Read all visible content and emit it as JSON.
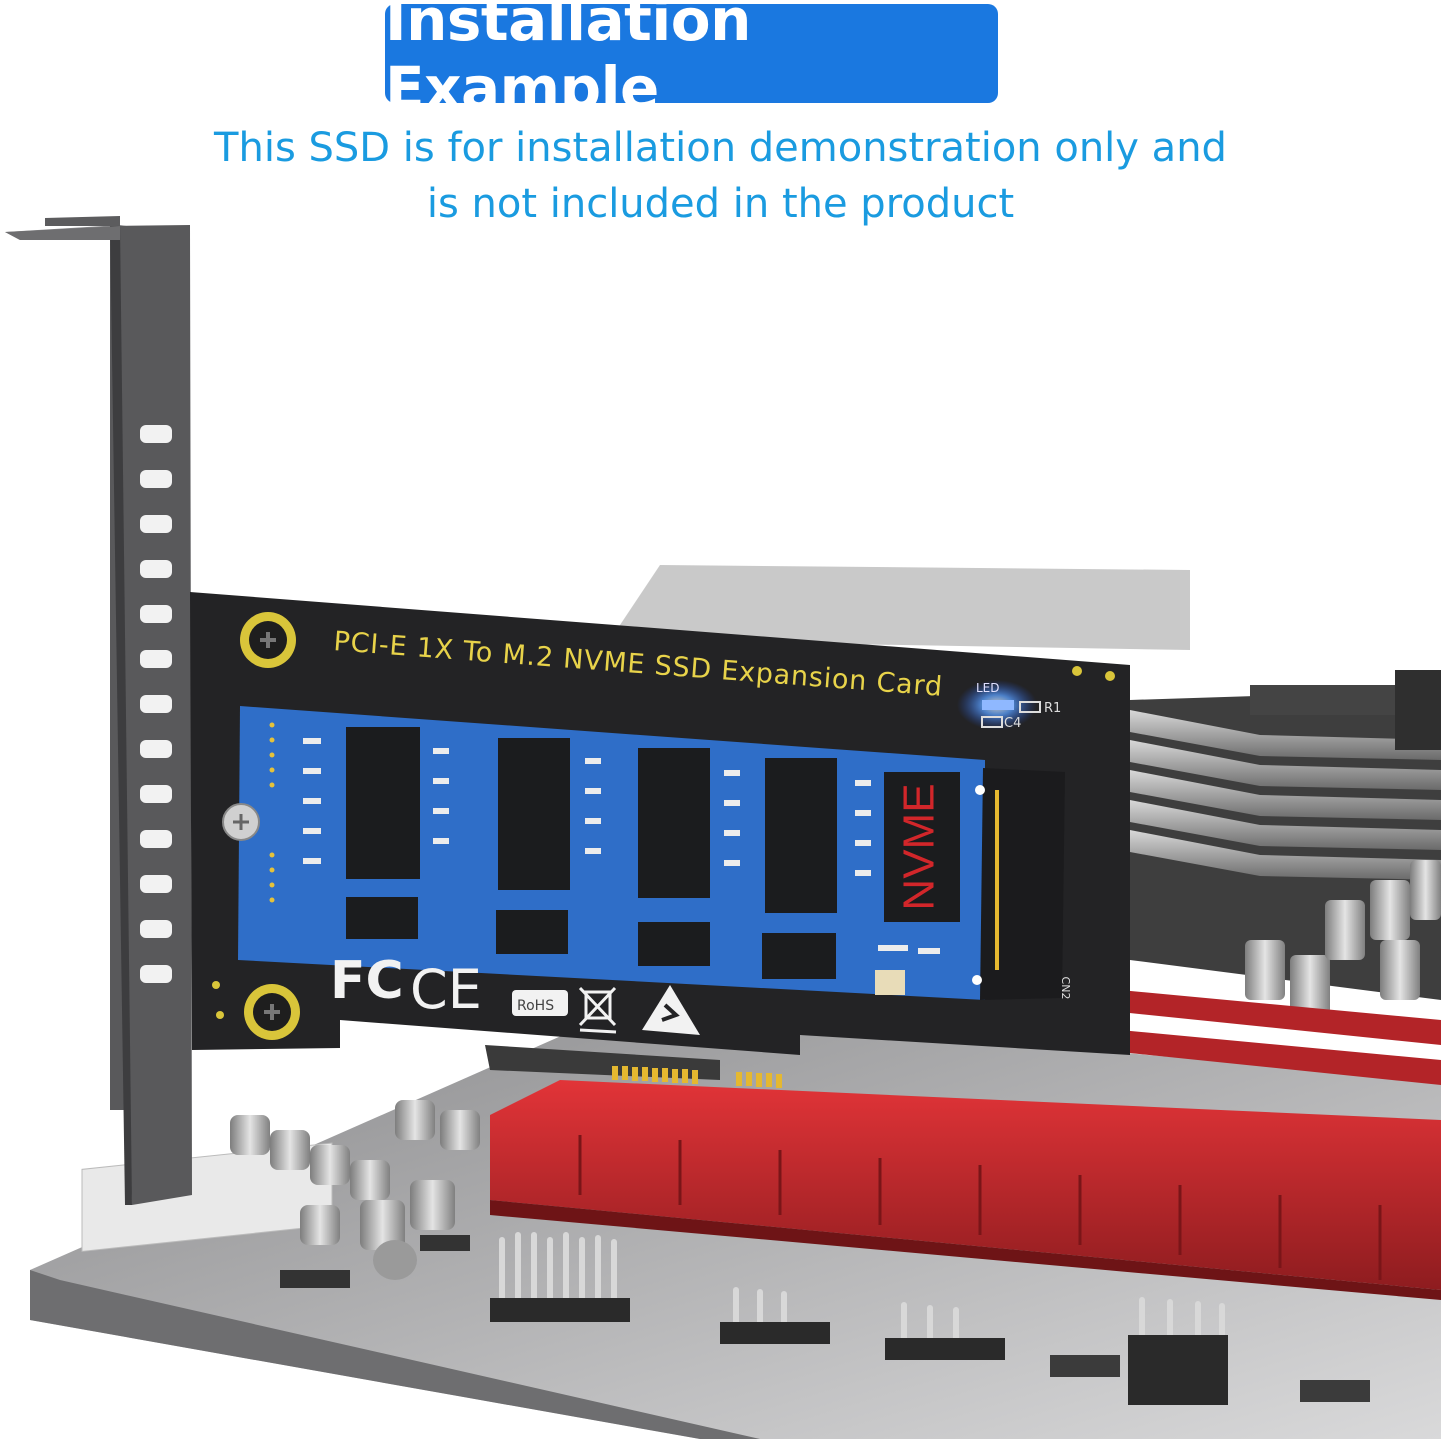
{
  "header": {
    "title": "Installation Example",
    "subtitle_line1": "This SSD is for installation demonstration only and",
    "subtitle_line2": "is not included in the product"
  },
  "card": {
    "pcb_label": "PCI-E 1X To M.2 NVME SSD Expansion Card",
    "led_label": "LED",
    "r1_label": "R1",
    "c4_label": "C4",
    "cn2_label": "CN2",
    "fcc_mark": "FC",
    "ce_mark": "CE",
    "rohs_mark": "RoHS"
  },
  "ssd": {
    "brand_label": "NVME"
  },
  "colors": {
    "banner_bg": "#1a78e0",
    "subtitle_text": "#1a9be0",
    "pcb_black": "#232325",
    "pcb_text": "#e8d34a",
    "ssd_blue": "#2f6ec8",
    "slot_red": "#c0282c",
    "bracket_grey": "#5a5a5c",
    "nvme_red": "#d2262a"
  }
}
